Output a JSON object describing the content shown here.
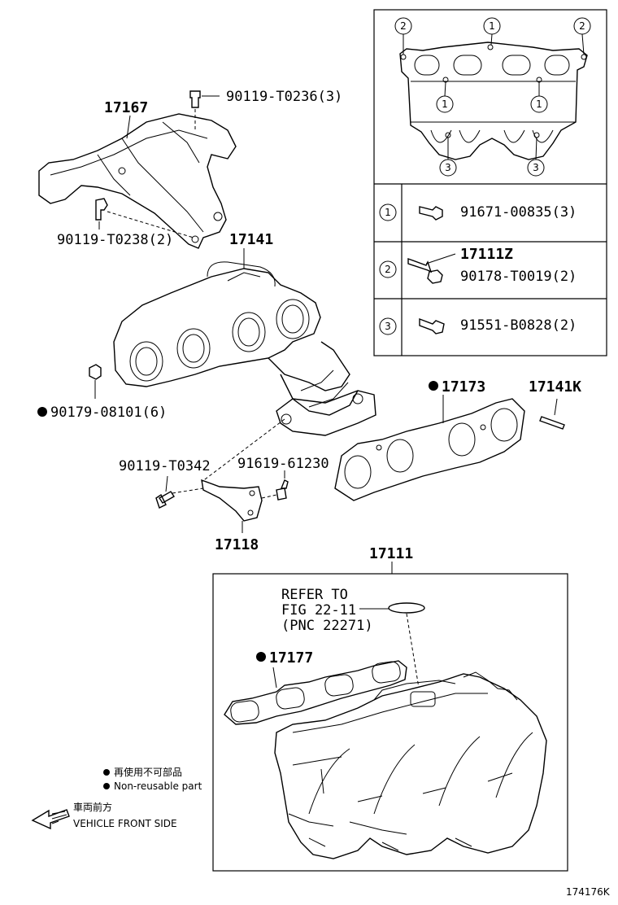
{
  "labels": {
    "heat_insulator": "17167",
    "bolt_top": "90119-T0236(3)",
    "bolt_left": "90119-T0238(2)",
    "manifold": "17141",
    "nut_left": "90179-08101(6)",
    "gasket_exhaust": "17173",
    "stud": "17141K",
    "bolt_bracket_left": "90119-T0342",
    "bolt_bracket_right": "91619-61230",
    "bracket": "17118",
    "intake_manifold": "17111",
    "refer_line1": "REFER TO",
    "refer_line2": "FIG 22-11",
    "refer_line3": "(PNC 22271)",
    "gasket_intake": "17177",
    "diagram_id": "174176K"
  },
  "inset": {
    "circle_1": "1",
    "circle_2": "2",
    "circle_3": "3",
    "row1_part": "91671-00835(3)",
    "row2_part_a": "17111Z",
    "row2_part_b": "90178-T0019(2)",
    "row3_part": "91551-B0828(2)"
  },
  "legend": {
    "jp_nonreusable": "再使用不可部品",
    "en_nonreusable": "Non-reusable part",
    "jp_front": "車両前方",
    "en_front": "VEHICLE FRONT SIDE"
  }
}
